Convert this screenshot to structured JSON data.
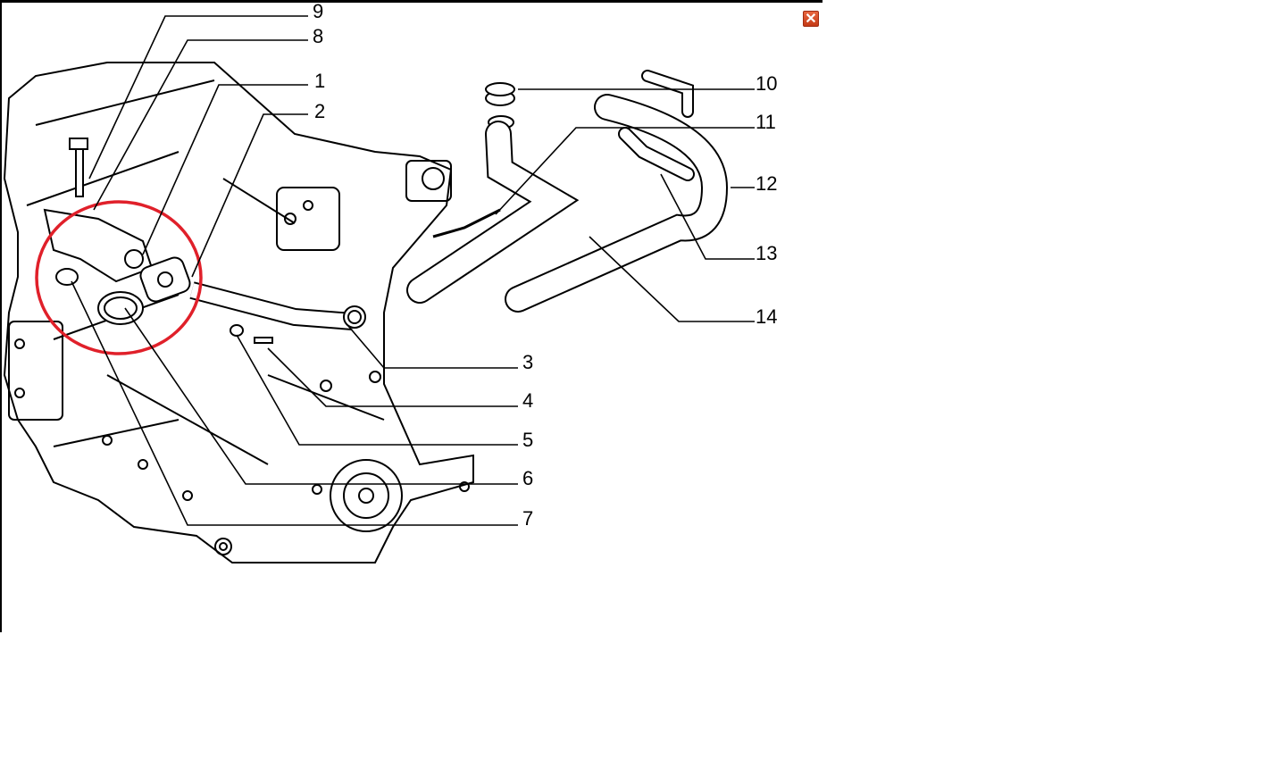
{
  "close_icon": "close-icon",
  "highlight_color": "#e0202a",
  "callouts": {
    "c1": "1",
    "c2": "2",
    "c3": "3",
    "c4": "4",
    "c5": "5",
    "c6": "6",
    "c7": "7",
    "c8": "8",
    "c9": "9",
    "c10": "10",
    "c11": "11",
    "c12": "12",
    "c13": "13",
    "c14": "14"
  }
}
